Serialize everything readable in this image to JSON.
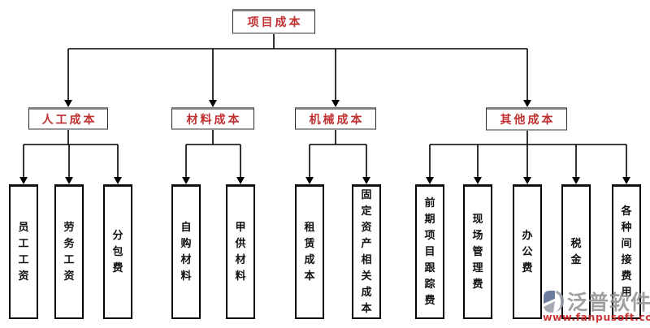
{
  "diagram": {
    "root": {
      "label": "项目成本"
    },
    "branches": [
      {
        "label": "人工成本",
        "children": [
          "员工工资",
          "劳务工资",
          "分包费"
        ]
      },
      {
        "label": "材料成本",
        "children": [
          "自购材料",
          "甲供材料"
        ]
      },
      {
        "label": "机械成本",
        "children": [
          "租赁成本",
          "固定资产相关成本"
        ]
      },
      {
        "label": "其他成本",
        "children": [
          "前期项目跟踪费",
          "现场管理费",
          "办公费",
          "税金",
          "各种间接费用"
        ]
      }
    ]
  },
  "watermark": {
    "brand": "泛普软件",
    "url": "www.fanpusoft.com",
    "logo": "fanpu-logo"
  },
  "colors": {
    "node_title_red": "#c03030",
    "connector_black": "#000000",
    "box_top_gray": "#808080",
    "watermark_gray": "#8f8f8f",
    "watermark_red": "#c92222",
    "logo_blue": "#5d6f96",
    "logo_gray": "#9aa0a8"
  }
}
